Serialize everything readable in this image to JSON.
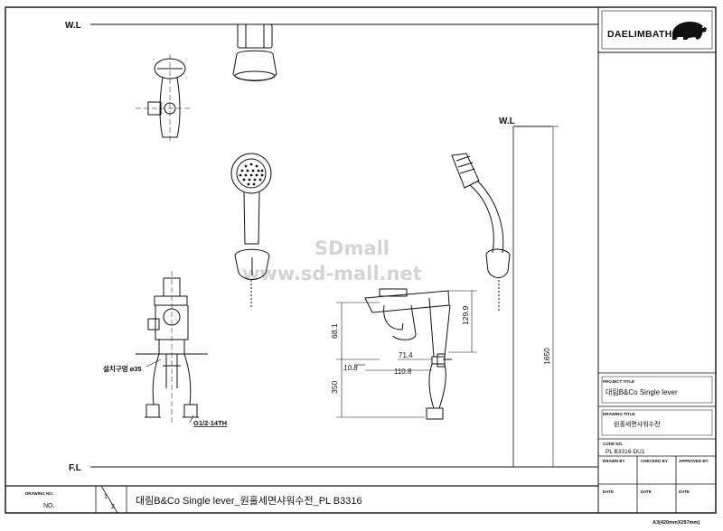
{
  "labels": {
    "wl_top": "W.L",
    "wl_side": "W.L",
    "fl": "F.L",
    "hole": "설치구멍 ø35",
    "thread": "G1/2-14TH"
  },
  "dimensions": {
    "d_1299": "129.9",
    "d_681": "68.1",
    "d_714": "71.4",
    "d_108": "10.8",
    "d_1108": "110.8",
    "d_350": "350",
    "d_1650": "1650"
  },
  "watermark": {
    "line1": "SDmall",
    "line2": "www.sd-mall.net"
  },
  "logo": {
    "text": "DAELIMBATH"
  },
  "title_block": {
    "project_title_label": "PROJECT TITLE",
    "project_title": "대림B&Co Single lever",
    "drawing_title_label": "DRAWING TITLE",
    "drawing_title": "원홀세면샤워수전",
    "code_no_label": "CODE NO.",
    "code_no": "PL B3316-DU1",
    "drawn_by": "DRAWN BY",
    "checked_by": "CHECKED BY",
    "approved_by": "APPROVED BY",
    "date1": "DATE",
    "date2": "DATE",
    "date3": "DATE",
    "drawing_no_label": "DRAWING NO.",
    "no": "NO.",
    "sheet_current": "1",
    "sheet_total": "2",
    "bottom_title": "대림B&Co Single lever_원홀세면샤워수전_PL B3316",
    "paper_size": "A3(420mmX297mm)"
  },
  "colors": {
    "line": "#111111",
    "watermark": "#d4d4d4"
  }
}
